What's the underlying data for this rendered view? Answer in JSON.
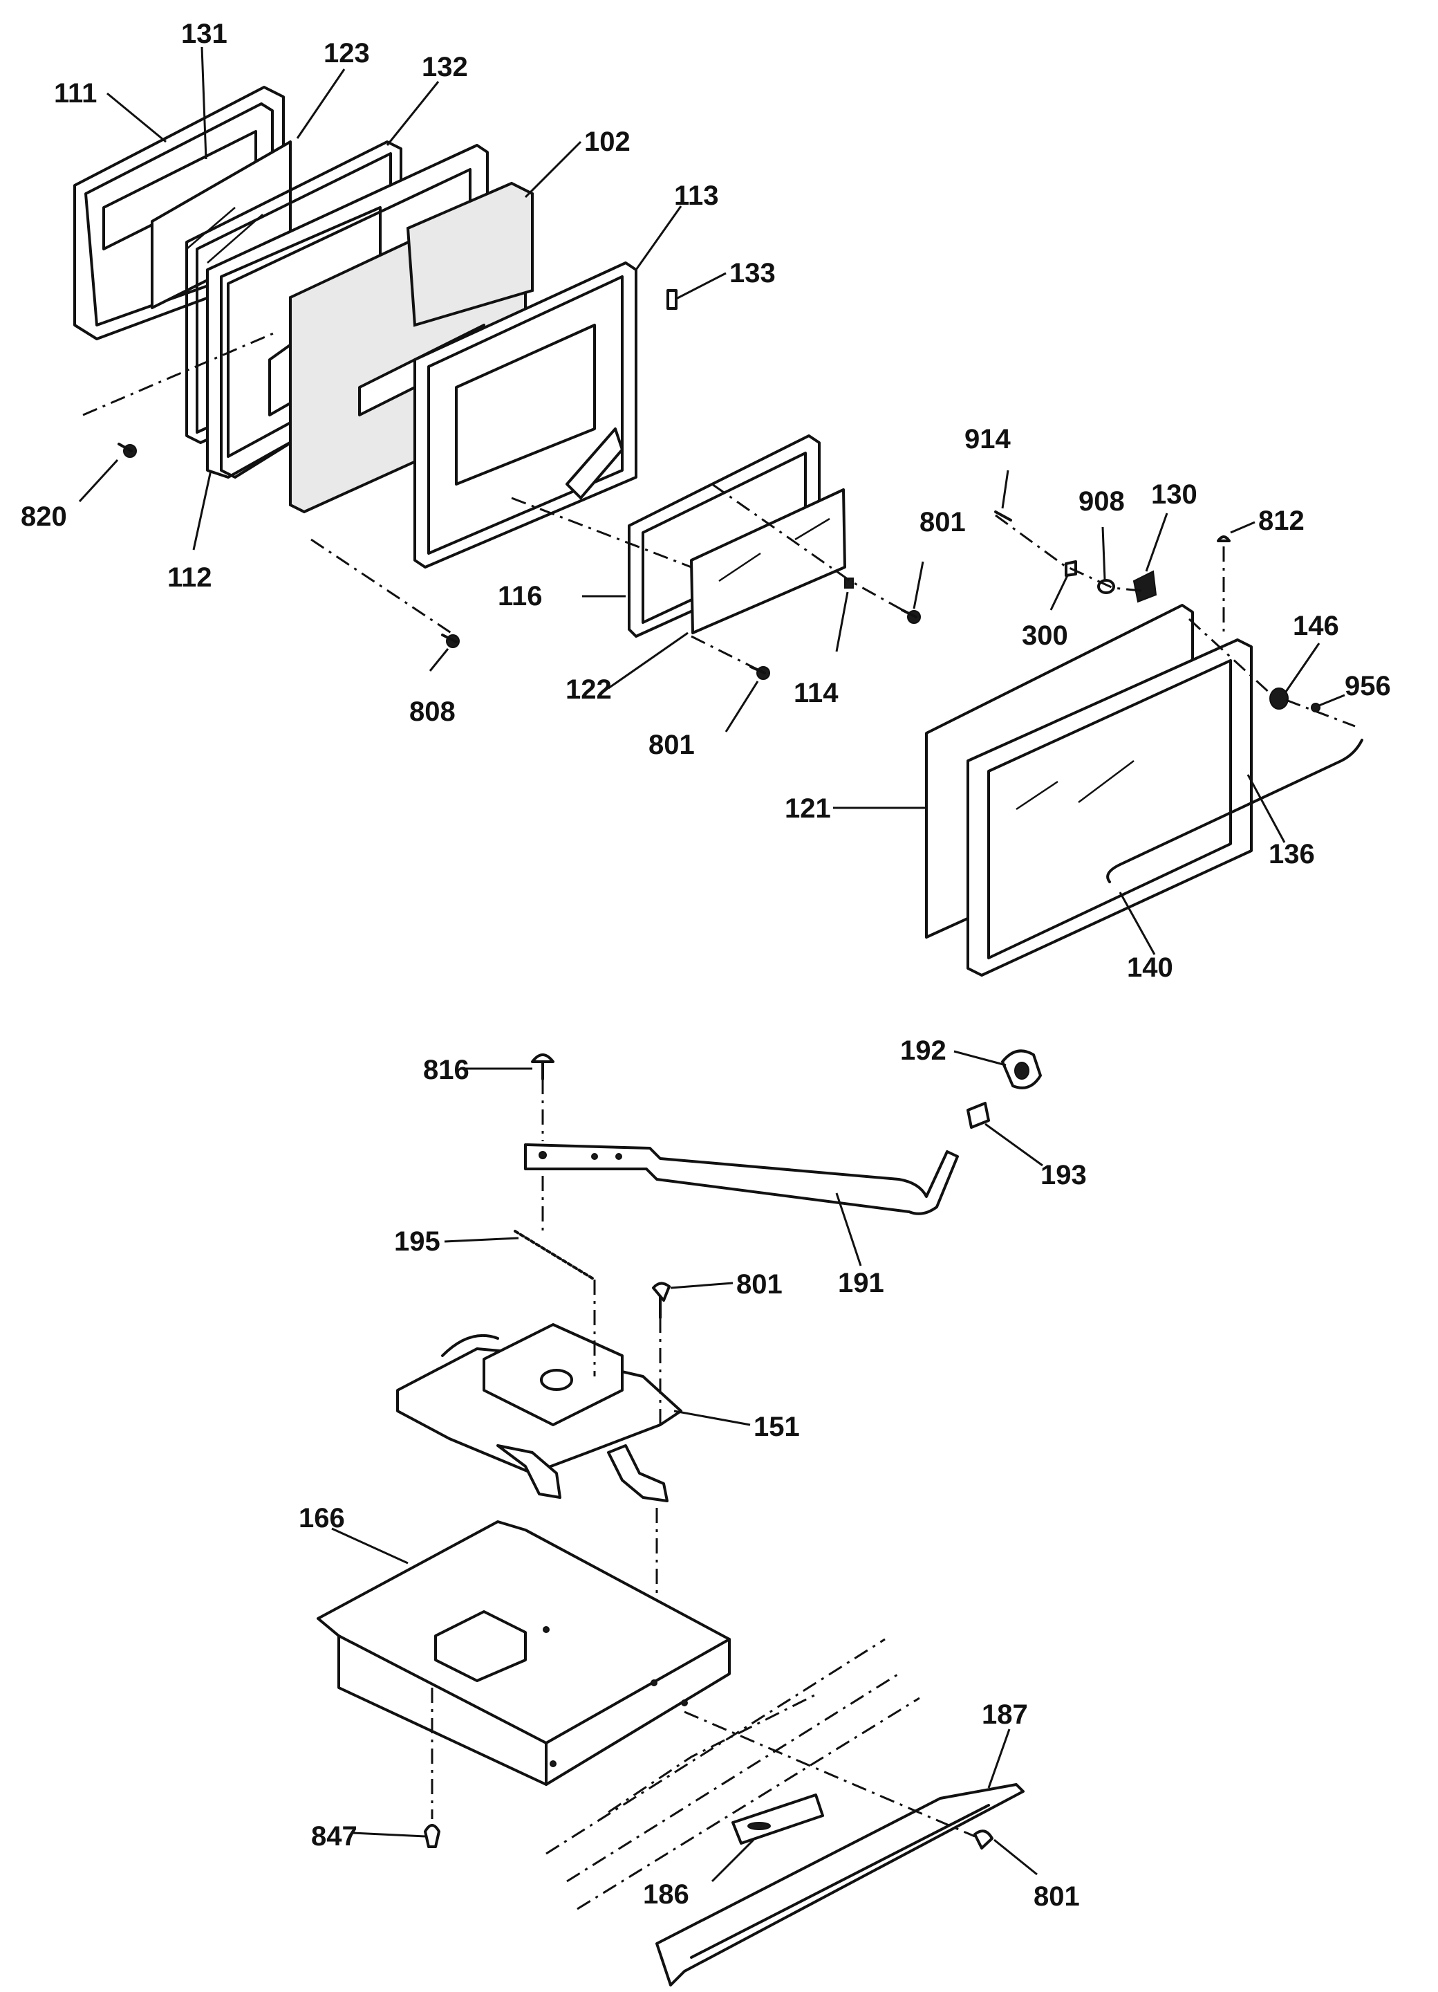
{
  "callouts": [
    "111",
    "131",
    "123",
    "132",
    "102",
    "113",
    "133",
    "820",
    "112",
    "808",
    "116",
    "122",
    "801",
    "114",
    "914",
    "908",
    "130",
    "812",
    "300",
    "146",
    "956",
    "121",
    "136",
    "140",
    "816",
    "192",
    "193",
    "191",
    "195",
    "151",
    "166",
    "847",
    "187",
    "186"
  ]
}
